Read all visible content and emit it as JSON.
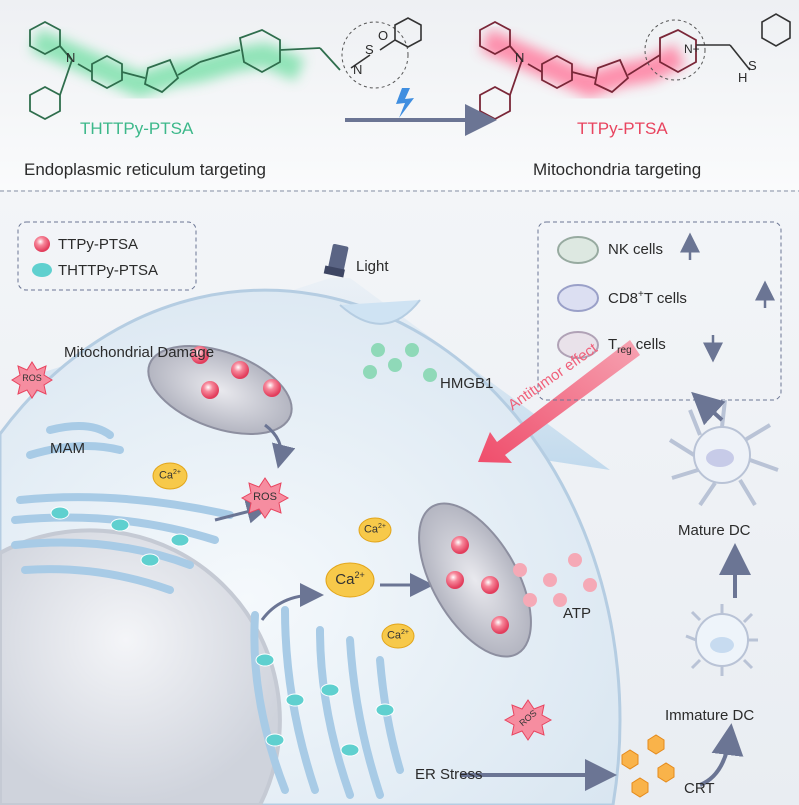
{
  "top": {
    "left_molecule": {
      "name": "THTTPy-PTSA",
      "caption": "Endoplasmic reticulum targeting",
      "color": "#3cb88a"
    },
    "right_molecule": {
      "name": "TTPy-PTSA",
      "caption": "Mitochondria targeting",
      "color": "#e8445f"
    },
    "atoms": {
      "n": "N",
      "nh": "N",
      "h": "H",
      "s": "S",
      "o": "O",
      "nplus": "N+"
    }
  },
  "legend": {
    "items": [
      {
        "label": "TTPy-PTSA"
      },
      {
        "label": "THTTPy-PTSA"
      }
    ]
  },
  "light": {
    "label": "Light"
  },
  "immune_box": {
    "nk": "NK cells",
    "cd8_prefix": "CD8",
    "cd8_sup": "+",
    "cd8_suffix": "T cells",
    "treg_prefix": "T",
    "treg_sub": "reg",
    "treg_suffix": " cells"
  },
  "cell": {
    "mito_damage": "Mitochondrial Damage",
    "ros": "ROS",
    "mam": "MAM",
    "hmgb1": "HMGB1",
    "ca": "Ca",
    "ca_sup": "2+",
    "atp": "ATP",
    "er_stress": "ER Stress",
    "crt": "CRT"
  },
  "antitumor": "Antitumor effect",
  "dc": {
    "mature": "Mature DC",
    "immature": "Immature DC"
  },
  "colors": {
    "accent_pink": "#f0607a",
    "arrow": "#6b7594",
    "cell_bg": "#e4eef6",
    "er": "#b7d4ea"
  }
}
